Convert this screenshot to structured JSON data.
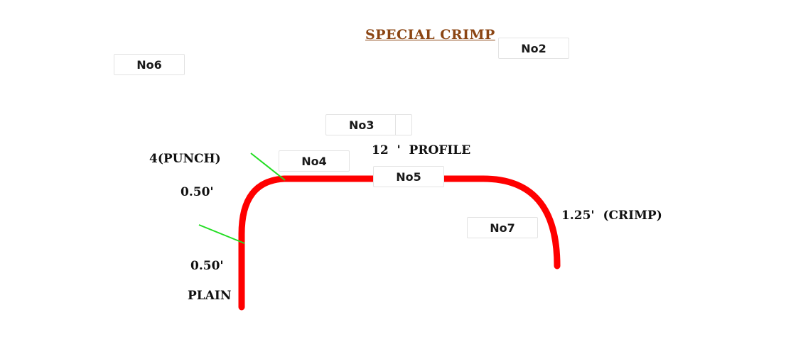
{
  "title": "SPECIAL CRIMP",
  "colors": {
    "profile": "#ff0000",
    "marker": "#22dd22",
    "title": "#8b4513",
    "label": "#111111"
  },
  "labels": {
    "punch": "4(PUNCH)",
    "upper_dim": "0.50'",
    "lower_dim": "0.50'",
    "plain": "PLAIN",
    "profile": "12  '  PROFILE",
    "crimp": "1.25'  (CRIMP)"
  },
  "fields": {
    "no2": "No2",
    "no3": "No3",
    "no4": "No4",
    "no5": "No5",
    "no6": "No6",
    "no7": "No7"
  }
}
